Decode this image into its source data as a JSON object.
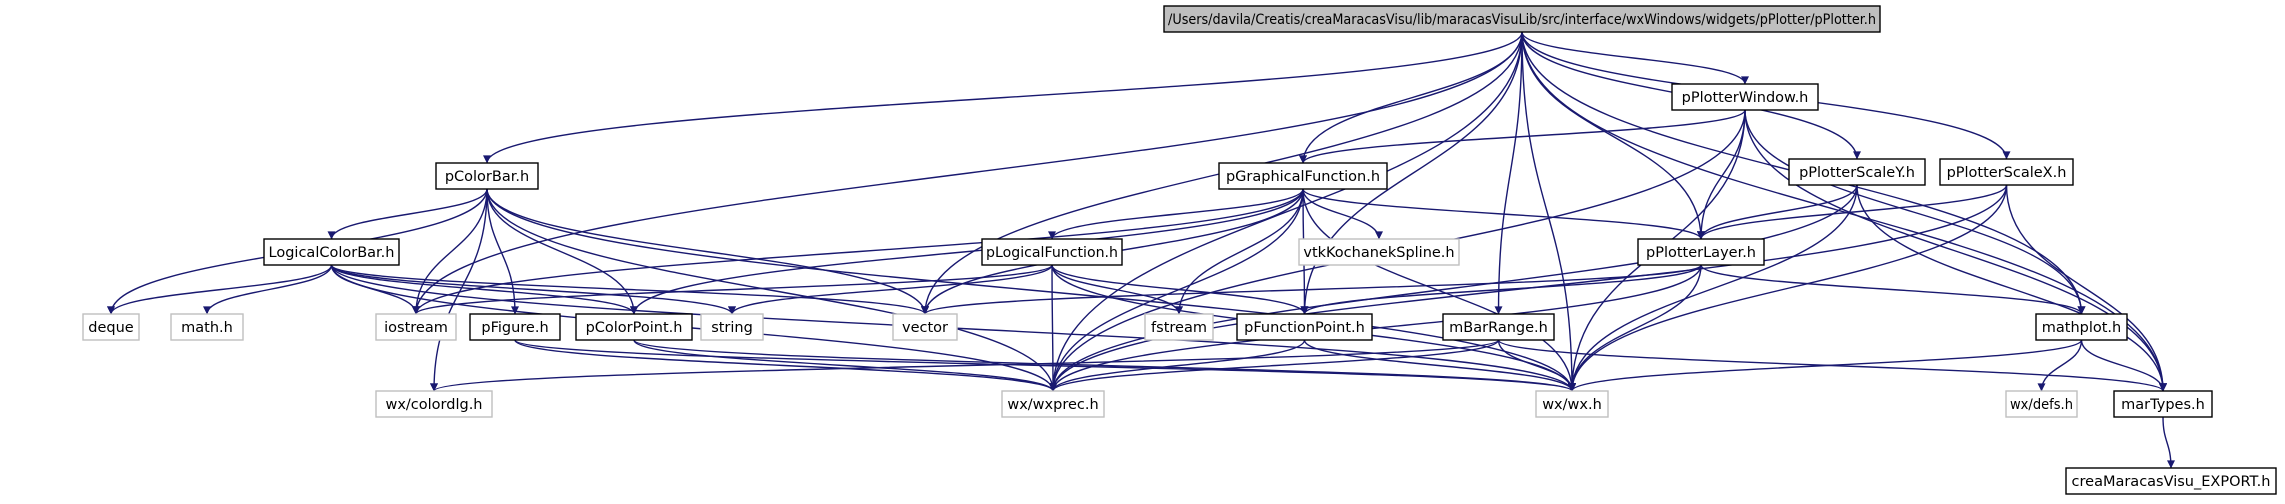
{
  "diagram": {
    "kind": "include-dependency-graph",
    "colors": {
      "edge": "#191970",
      "root_fill": "#bfbfbf",
      "local_border": "#000000",
      "external_border": "#bfbfbf",
      "text": "#000000"
    },
    "nodes": [
      {
        "id": "root",
        "label": "/Users/davila/Creatis/creaMaracasVisu/lib/maracasVisuLib/src/interface/wxWindows/widgets/pPlotter/pPlotter.h",
        "kind": "root"
      },
      {
        "id": "pPlotterWindow",
        "label": "pPlotterWindow.h",
        "kind": "local"
      },
      {
        "id": "pColorBar",
        "label": "pColorBar.h",
        "kind": "local"
      },
      {
        "id": "pGraphicalFunction",
        "label": "pGraphicalFunction.h",
        "kind": "local"
      },
      {
        "id": "pPlotterScaleY",
        "label": "pPlotterScaleY.h",
        "kind": "local"
      },
      {
        "id": "pPlotterScaleX",
        "label": "pPlotterScaleX.h",
        "kind": "local"
      },
      {
        "id": "LogicalColorBar",
        "label": "LogicalColorBar.h",
        "kind": "local"
      },
      {
        "id": "pLogicalFunction",
        "label": "pLogicalFunction.h",
        "kind": "local"
      },
      {
        "id": "vtkKochanekSpline",
        "label": "vtkKochanekSpline.h",
        "kind": "external"
      },
      {
        "id": "pPlotterLayer",
        "label": "pPlotterLayer.h",
        "kind": "local"
      },
      {
        "id": "deque",
        "label": "deque",
        "kind": "external"
      },
      {
        "id": "math",
        "label": "math.h",
        "kind": "external"
      },
      {
        "id": "iostream",
        "label": "iostream",
        "kind": "external"
      },
      {
        "id": "pFigure",
        "label": "pFigure.h",
        "kind": "local"
      },
      {
        "id": "pColorPoint",
        "label": "pColorPoint.h",
        "kind": "local"
      },
      {
        "id": "string",
        "label": "string",
        "kind": "external"
      },
      {
        "id": "vector",
        "label": "vector",
        "kind": "external"
      },
      {
        "id": "fstream",
        "label": "fstream",
        "kind": "external"
      },
      {
        "id": "pFunctionPoint",
        "label": "pFunctionPoint.h",
        "kind": "local"
      },
      {
        "id": "mBarRange",
        "label": "mBarRange.h",
        "kind": "local"
      },
      {
        "id": "mathplot",
        "label": "mathplot.h",
        "kind": "local"
      },
      {
        "id": "colordlg",
        "label": "wx/colordlg.h",
        "kind": "external"
      },
      {
        "id": "wxprec",
        "label": "wx/wxprec.h",
        "kind": "external"
      },
      {
        "id": "wx",
        "label": "wx/wx.h",
        "kind": "external"
      },
      {
        "id": "defs",
        "label": "wx/defs.h",
        "kind": "external"
      },
      {
        "id": "marTypes",
        "label": "marTypes.h",
        "kind": "local"
      },
      {
        "id": "export",
        "label": "creaMaracasVisu_EXPORT.h",
        "kind": "local"
      }
    ],
    "edges": [
      [
        "root",
        "pPlotterWindow"
      ],
      [
        "root",
        "pColorBar"
      ],
      [
        "root",
        "pGraphicalFunction"
      ],
      [
        "root",
        "pPlotterScaleY"
      ],
      [
        "root",
        "pPlotterScaleX"
      ],
      [
        "root",
        "pPlotterLayer"
      ],
      [
        "root",
        "mBarRange"
      ],
      [
        "root",
        "pFunctionPoint"
      ],
      [
        "root",
        "mathplot"
      ],
      [
        "root",
        "marTypes"
      ],
      [
        "root",
        "vector"
      ],
      [
        "root",
        "iostream"
      ],
      [
        "root",
        "wxprec"
      ],
      [
        "root",
        "wx"
      ],
      [
        "pPlotterWindow",
        "pGraphicalFunction"
      ],
      [
        "pPlotterWindow",
        "pPlotterLayer"
      ],
      [
        "pPlotterWindow",
        "mathplot"
      ],
      [
        "pPlotterWindow",
        "marTypes"
      ],
      [
        "pPlotterWindow",
        "wxprec"
      ],
      [
        "pPlotterWindow",
        "wx"
      ],
      [
        "pColorBar",
        "LogicalColorBar"
      ],
      [
        "pColorBar",
        "pFigure"
      ],
      [
        "pColorBar",
        "pColorPoint"
      ],
      [
        "pColorBar",
        "deque"
      ],
      [
        "pColorBar",
        "iostream"
      ],
      [
        "pColorBar",
        "vector"
      ],
      [
        "pColorBar",
        "colordlg"
      ],
      [
        "pColorBar",
        "wxprec"
      ],
      [
        "pColorBar",
        "wx"
      ],
      [
        "pGraphicalFunction",
        "pLogicalFunction"
      ],
      [
        "pGraphicalFunction",
        "vtkKochanekSpline"
      ],
      [
        "pGraphicalFunction",
        "pPlotterLayer"
      ],
      [
        "pGraphicalFunction",
        "pFunctionPoint"
      ],
      [
        "pGraphicalFunction",
        "pColorPoint"
      ],
      [
        "pGraphicalFunction",
        "iostream"
      ],
      [
        "pGraphicalFunction",
        "vector"
      ],
      [
        "pGraphicalFunction",
        "fstream"
      ],
      [
        "pGraphicalFunction",
        "wxprec"
      ],
      [
        "pGraphicalFunction",
        "wx"
      ],
      [
        "pPlotterScaleY",
        "pPlotterLayer"
      ],
      [
        "pPlotterScaleY",
        "marTypes"
      ],
      [
        "pPlotterScaleY",
        "wxprec"
      ],
      [
        "pPlotterScaleY",
        "wx"
      ],
      [
        "pPlotterScaleX",
        "pPlotterLayer"
      ],
      [
        "pPlotterScaleX",
        "marTypes"
      ],
      [
        "pPlotterScaleX",
        "wxprec"
      ],
      [
        "pPlotterScaleX",
        "wx"
      ],
      [
        "LogicalColorBar",
        "pColorPoint"
      ],
      [
        "LogicalColorBar",
        "deque"
      ],
      [
        "LogicalColorBar",
        "math"
      ],
      [
        "LogicalColorBar",
        "iostream"
      ],
      [
        "LogicalColorBar",
        "string"
      ],
      [
        "LogicalColorBar",
        "vector"
      ],
      [
        "LogicalColorBar",
        "wxprec"
      ],
      [
        "LogicalColorBar",
        "wx"
      ],
      [
        "pLogicalFunction",
        "pFunctionPoint"
      ],
      [
        "pLogicalFunction",
        "iostream"
      ],
      [
        "pLogicalFunction",
        "string"
      ],
      [
        "pLogicalFunction",
        "fstream"
      ],
      [
        "pLogicalFunction",
        "wxprec"
      ],
      [
        "pLogicalFunction",
        "wx"
      ],
      [
        "pPlotterLayer",
        "pFunctionPoint"
      ],
      [
        "pPlotterLayer",
        "mathplot"
      ],
      [
        "pPlotterLayer",
        "vector"
      ],
      [
        "pPlotterLayer",
        "wxprec"
      ],
      [
        "pPlotterLayer",
        "wx"
      ],
      [
        "pFigure",
        "wxprec"
      ],
      [
        "pFigure",
        "wx"
      ],
      [
        "pColorPoint",
        "wxprec"
      ],
      [
        "pColorPoint",
        "wx"
      ],
      [
        "pFunctionPoint",
        "wxprec"
      ],
      [
        "pFunctionPoint",
        "wx"
      ],
      [
        "mBarRange",
        "marTypes"
      ],
      [
        "mBarRange",
        "colordlg"
      ],
      [
        "mBarRange",
        "wxprec"
      ],
      [
        "mBarRange",
        "wx"
      ],
      [
        "mathplot",
        "marTypes"
      ],
      [
        "mathplot",
        "defs"
      ],
      [
        "mathplot",
        "wx"
      ],
      [
        "marTypes",
        "export"
      ]
    ]
  }
}
